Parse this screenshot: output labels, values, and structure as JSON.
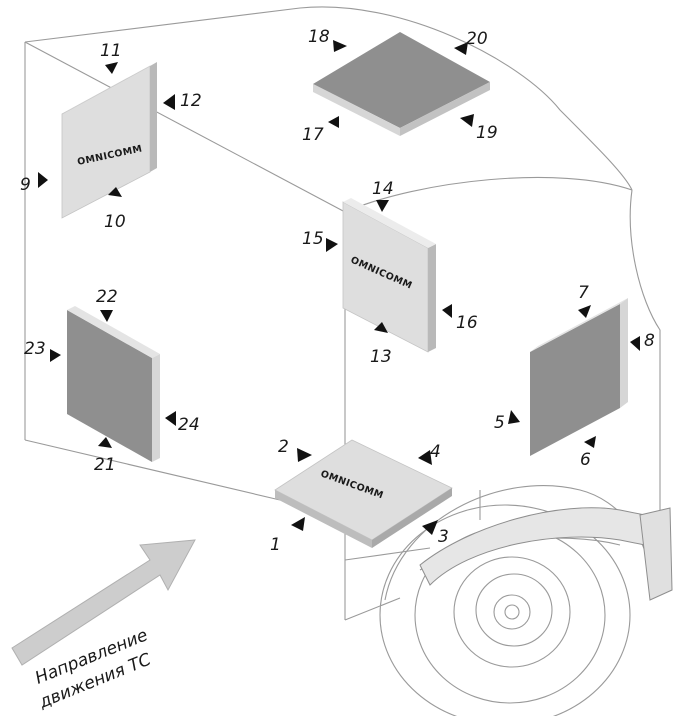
{
  "brand_label": "OMNICOMM",
  "direction_label": {
    "line1": "Направление",
    "line2": "движения ТС"
  },
  "panels": [
    {
      "id": "top-left",
      "shade": "light",
      "has_logo": true
    },
    {
      "id": "roof",
      "shade": "dark",
      "has_logo": false
    },
    {
      "id": "center",
      "shade": "light",
      "has_logo": true
    },
    {
      "id": "lower-left",
      "shade": "dark",
      "has_logo": false
    },
    {
      "id": "floor",
      "shade": "light",
      "has_logo": true
    },
    {
      "id": "right",
      "shade": "dark",
      "has_logo": false
    }
  ],
  "markers": [
    "1",
    "2",
    "3",
    "4",
    "5",
    "6",
    "7",
    "8",
    "9",
    "10",
    "11",
    "12",
    "13",
    "14",
    "15",
    "16",
    "17",
    "18",
    "19",
    "20",
    "21",
    "22",
    "23",
    "24"
  ],
  "colors": {
    "light_panel": "#dedede",
    "light_panel_edge": "#b9b9b9",
    "dark_panel": "#8f8f8f",
    "dark_panel_edge": "#cfcfcf",
    "outline": "#9a9a9a",
    "arrow": "#c9c9c9",
    "marker": "#111111"
  }
}
